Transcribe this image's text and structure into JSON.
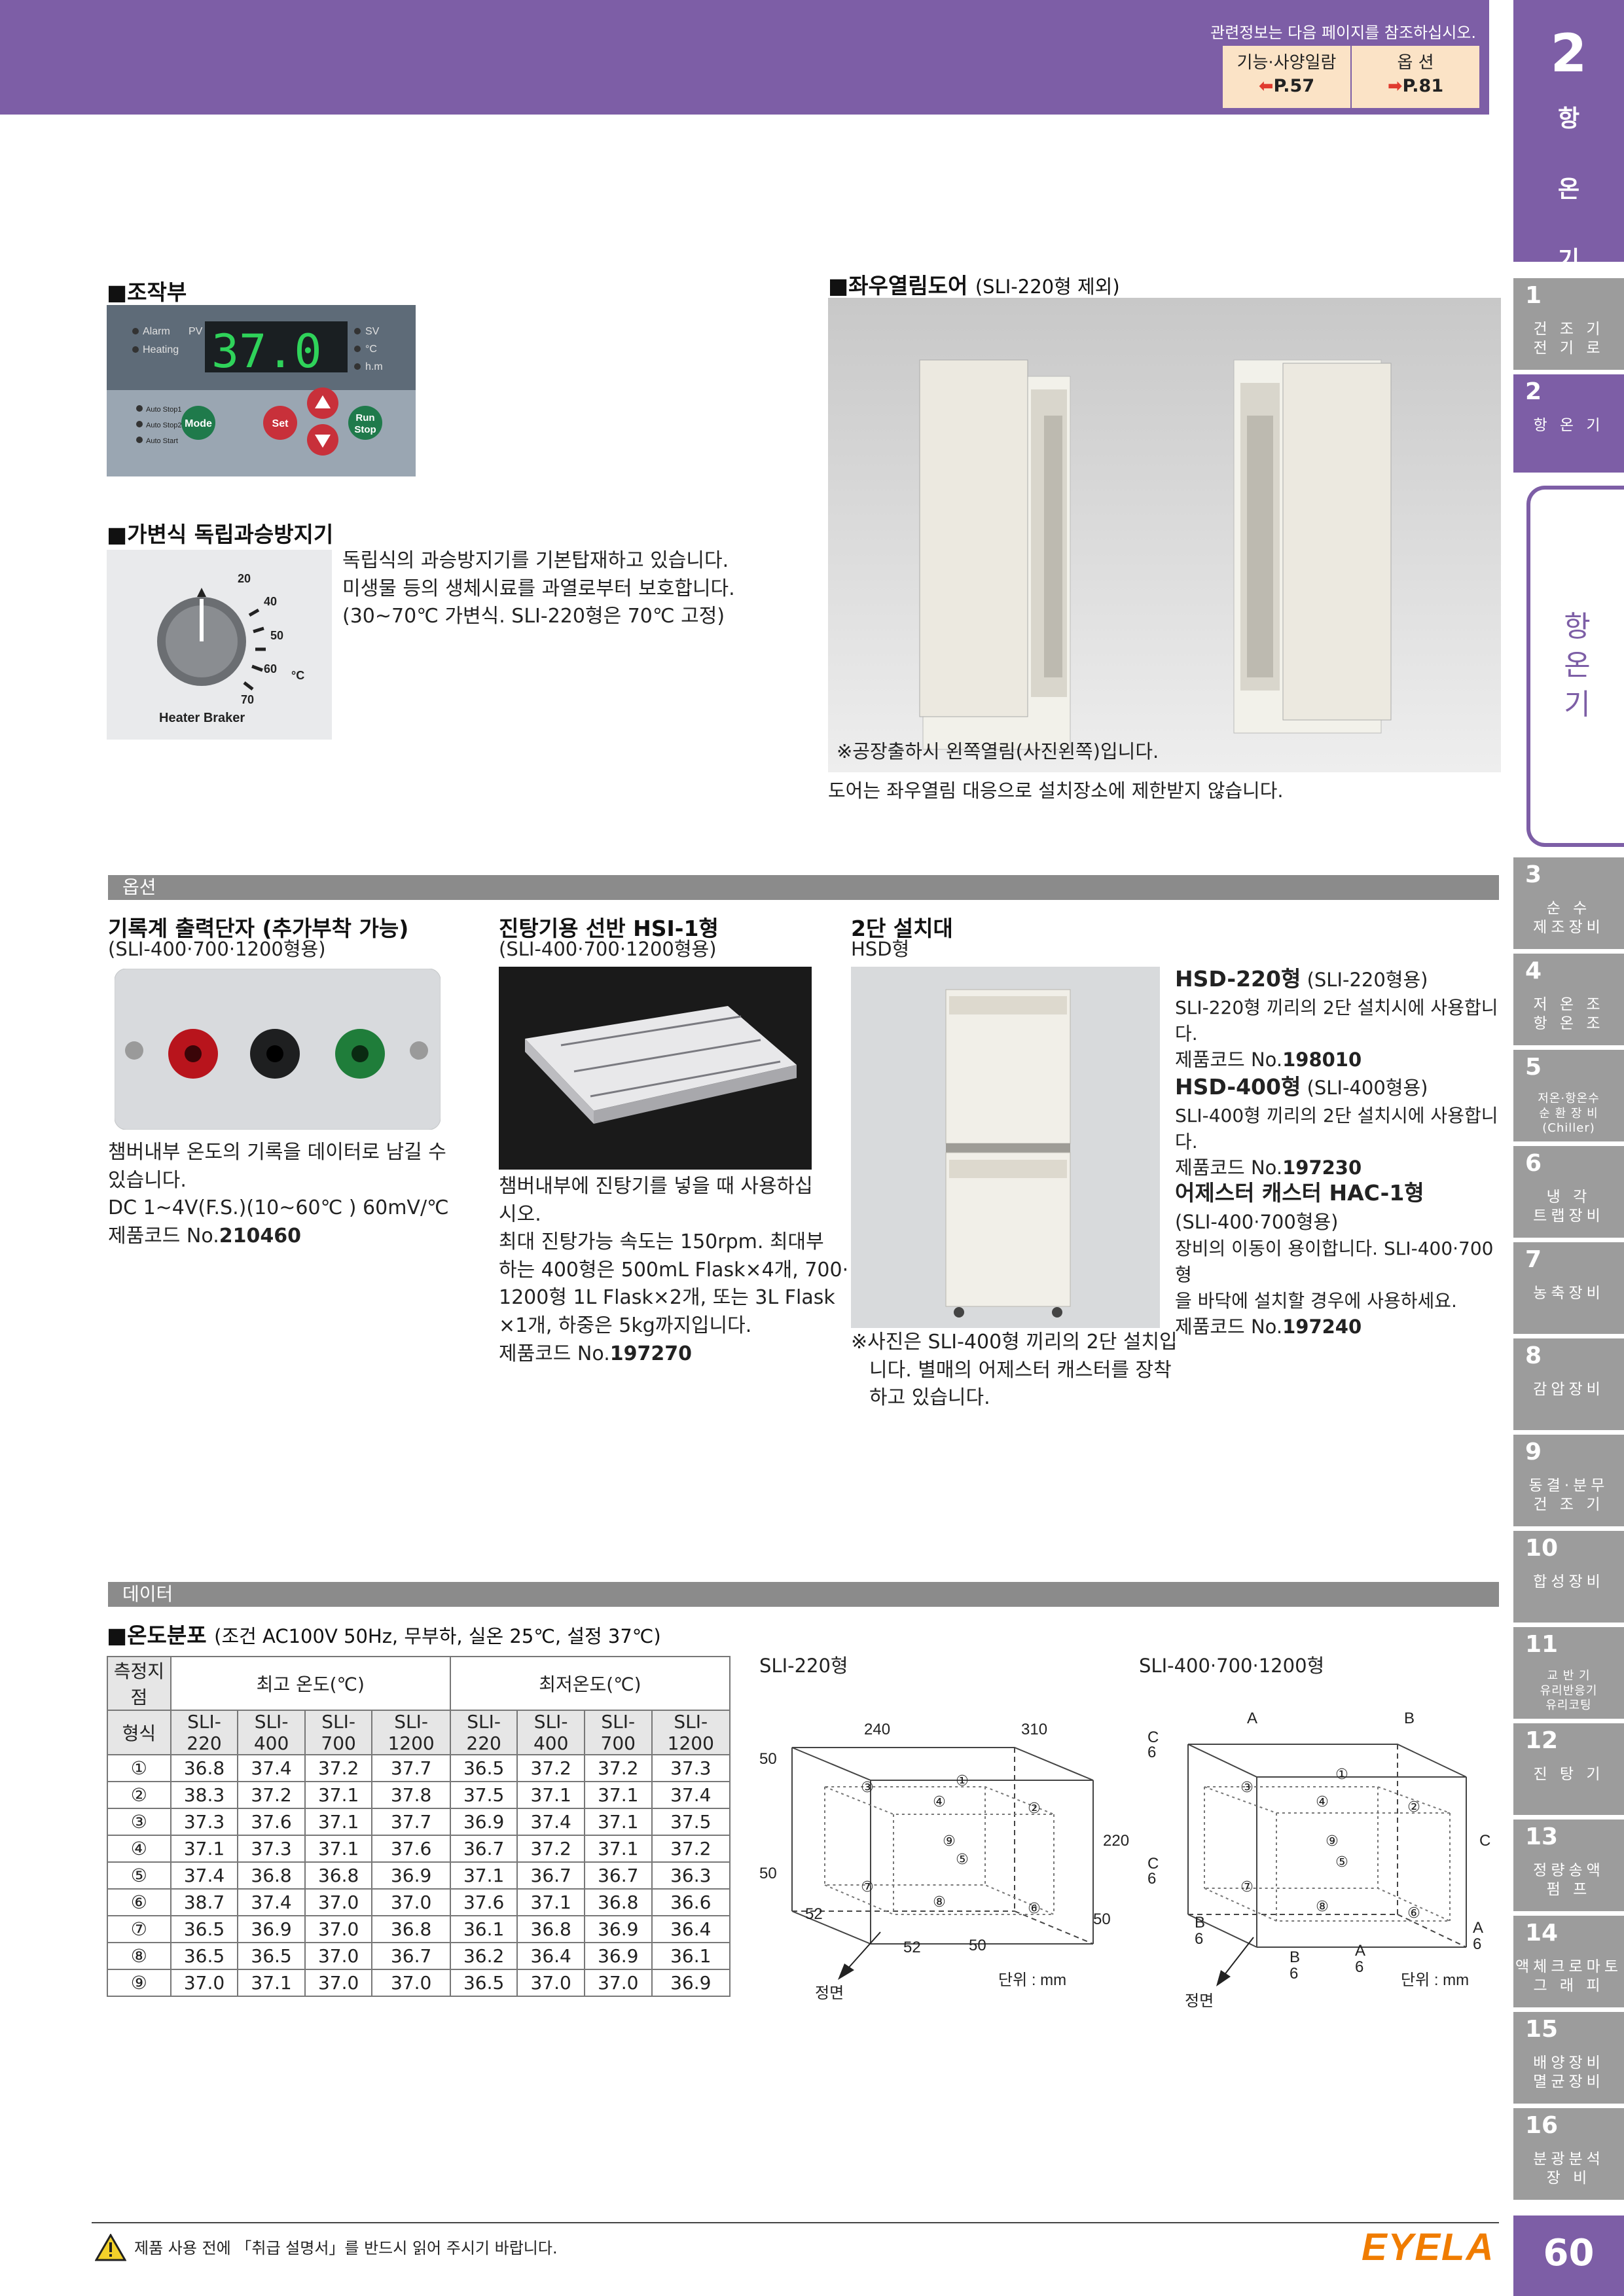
{
  "header": {
    "note": "관련정보는 다음 페이지를 참조하십시오.",
    "refs": [
      {
        "label": "기능·사양일람",
        "arrow": "⬅",
        "page": "P.57"
      },
      {
        "label": "옵 션",
        "arrow": "➡",
        "page": "P.81"
      }
    ]
  },
  "sidebar": {
    "big_number": "2",
    "big_chars": [
      "항",
      "온",
      "기"
    ],
    "active_label": [
      "항",
      "온",
      "기"
    ],
    "tabs": [
      {
        "num": "1",
        "label": "건 조 기\n전 기 로"
      },
      {
        "num": "2",
        "label": "항 온 기"
      },
      {
        "num": "3",
        "label": "순    수\n제조장비"
      },
      {
        "num": "4",
        "label": "저 온 조\n항 온 조"
      },
      {
        "num": "5",
        "label": "저온·항온수\n순 환 장 비\n(Chiller)"
      },
      {
        "num": "6",
        "label": "냉    각\n트랩장비"
      },
      {
        "num": "7",
        "label": "농축장비"
      },
      {
        "num": "8",
        "label": "감압장비"
      },
      {
        "num": "9",
        "label": "동결·분무\n건 조 기"
      },
      {
        "num": "10",
        "label": "합성장비"
      },
      {
        "num": "11",
        "label": "교 반 기\n유리반응기\n유리코팅"
      },
      {
        "num": "12",
        "label": "진 탕 기"
      },
      {
        "num": "13",
        "label": "정량송액\n펌    프"
      },
      {
        "num": "14",
        "label": "액체크로마토\n그 래 피"
      },
      {
        "num": "15",
        "label": "배양장비\n멸균장비"
      },
      {
        "num": "16",
        "label": "분광분석\n장    비"
      }
    ],
    "page_number": "60"
  },
  "control": {
    "title": "■조작부",
    "panel": {
      "alarm": "Alarm",
      "heating": "Heating",
      "pv": "PV",
      "display": "37.0",
      "sv": "SV",
      "unit": "°C",
      "hm": "h.m",
      "auto1": "Auto Stop1",
      "auto2": "Auto Stop2",
      "auto_start": "Auto Start",
      "mode": "Mode",
      "set": "Set",
      "run": "Run",
      "stop": "Stop"
    }
  },
  "overheat": {
    "title": "■가변식 독립과승방지기",
    "lines": [
      "독립식의 과승방지기를 기본탑재하고 있습니다.",
      "미생물 등의 생체시료를 과열로부터 보호합니다.",
      "(30~70℃ 가변식. SLI-220형은 70℃ 고정)"
    ],
    "dial": {
      "label": "Heater Braker",
      "ticks": [
        "20",
        "40",
        "50",
        "60",
        "70"
      ],
      "unit": "°C"
    }
  },
  "door": {
    "title": "■좌우열림도어",
    "title_note": "(SLI-220형 제외)",
    "caption": "※공장출하시 왼쪽열림(사진왼쪽)입니다.",
    "text": "도어는 좌우열림 대응으로 설치장소에 제한받지 않습니다."
  },
  "options": {
    "head": "옵션",
    "recorder": {
      "title": "기록계 출력단자 (추가부착 가능)",
      "sub": "(SLI-400·700·1200형용)",
      "lines": [
        "챔버내부 온도의 기록을 데이터로 남길 수",
        "있습니다.",
        "DC 1~4V(F.S.)(10~60℃ ) 60mV/℃"
      ],
      "code_prefix": "제품코드 No.",
      "code": "210460"
    },
    "shelf": {
      "title": "진탕기용 선반 HSI-1형",
      "sub": "(SLI-400·700·1200형용)",
      "lines": [
        "챔버내부에 진탕기를 넣을 때 사용하십",
        "시오.",
        "최대 진탕가능 속도는 150rpm. 최대부",
        "하는 400형은 500mL Flask×4개, 700·",
        "1200형 1L Flask×2개, 또는 3L Flask",
        "×1개, 하중은 5kg까지입니다."
      ],
      "code_prefix": "제품코드 No.",
      "code": "197270"
    },
    "stand": {
      "title": "2단 설치대",
      "sub": "HSD형",
      "caption": [
        "※사진은 SLI-400형 끼리의 2단 설치입",
        "니다. 별매의 어제스터 캐스터를 장착",
        "하고 있습니다."
      ],
      "items": [
        {
          "name": "HSD-220형",
          "note": "(SLI-220형용)",
          "desc": "SLI-220형 끼리의 2단 설치시에 사용합니다.",
          "code_prefix": "제품코드 No.",
          "code": "198010"
        },
        {
          "name": "HSD-400형",
          "note": "(SLI-400형용)",
          "desc": "SLI-400형 끼리의 2단 설치시에 사용합니다.",
          "code_prefix": "제품코드 No.",
          "code": "197230"
        },
        {
          "name": "어제스터 캐스터 HAC-1형",
          "note": "(SLI-400·700형용)",
          "desc": "장비의 이동이 용이합니다. SLI-400·700형\n을 바닥에 설치할 경우에 사용하세요.",
          "code_prefix": "제품코드 No.",
          "code": "197240"
        }
      ]
    }
  },
  "data": {
    "head": "데이터",
    "title": "■온도분포",
    "cond": "(조건 AC100V 50Hz, 무부하, 실온 25℃, 설정 37℃)",
    "table": {
      "h_point": "측정지점",
      "h_max": "최고 온도(℃)",
      "h_min": "최저온도(℃)",
      "h_model": "형식",
      "models": [
        "SLI-220",
        "SLI-400",
        "SLI-700",
        "SLI-1200",
        "SLI-220",
        "SLI-400",
        "SLI-700",
        "SLI-1200"
      ],
      "rows": [
        [
          "①",
          "36.8",
          "37.4",
          "37.2",
          "37.7",
          "36.5",
          "37.2",
          "37.2",
          "37.3"
        ],
        [
          "②",
          "38.3",
          "37.2",
          "37.1",
          "37.8",
          "37.5",
          "37.1",
          "37.1",
          "37.4"
        ],
        [
          "③",
          "37.3",
          "37.6",
          "37.1",
          "37.7",
          "36.9",
          "37.4",
          "37.1",
          "37.5"
        ],
        [
          "④",
          "37.1",
          "37.3",
          "37.1",
          "37.6",
          "36.7",
          "37.2",
          "37.1",
          "37.2"
        ],
        [
          "⑤",
          "37.4",
          "36.8",
          "36.8",
          "36.9",
          "37.1",
          "36.7",
          "36.7",
          "36.3"
        ],
        [
          "⑥",
          "38.7",
          "37.4",
          "37.0",
          "37.0",
          "37.6",
          "37.1",
          "36.8",
          "36.6"
        ],
        [
          "⑦",
          "36.5",
          "36.9",
          "37.0",
          "36.8",
          "36.1",
          "36.8",
          "36.9",
          "36.4"
        ],
        [
          "⑧",
          "36.5",
          "36.5",
          "37.0",
          "36.7",
          "36.2",
          "36.4",
          "36.9",
          "36.1"
        ],
        [
          "⑨",
          "37.0",
          "37.1",
          "37.0",
          "37.0",
          "36.5",
          "37.0",
          "37.0",
          "36.9"
        ]
      ]
    },
    "diagram1": {
      "title": "SLI-220형",
      "front": "정면",
      "unit": "단위 : mm",
      "w": "240",
      "d": "310",
      "h": "220",
      "m50a": "50",
      "m50b": "50",
      "m52a": "52",
      "m52b": "52",
      "m50c": "50",
      "m50d": "50"
    },
    "diagram2": {
      "title": "SLI-400·700·1200형",
      "front": "정면",
      "unit": "단위 : mm",
      "a": "A",
      "b": "B",
      "c": "C",
      "c6": "C",
      "six": "6",
      "b6": "B",
      "a6": "A"
    },
    "points": [
      "①",
      "②",
      "③",
      "④",
      "⑤",
      "⑥",
      "⑦",
      "⑧",
      "⑨"
    ]
  },
  "footer": {
    "text": "제품 사용 전에 「취급 설명서」를 반드시 읽어 주시기 바랍니다.",
    "brand": "EYELA"
  },
  "colors": {
    "accent": "#7d5ea6",
    "section": "#8b8b8b",
    "brand": "#f07c00"
  }
}
